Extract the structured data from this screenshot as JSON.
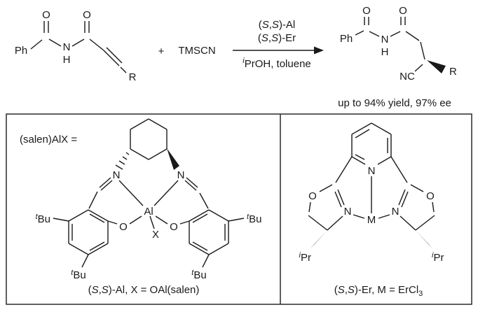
{
  "reaction": {
    "reactant": {
      "ph": "Ph",
      "o1": "O",
      "o2": "O",
      "n": "N",
      "h": "H",
      "r": "R"
    },
    "plus": "+",
    "reagent": "TMSCN",
    "conditions": {
      "line1": [
        {
          "t": "("
        },
        {
          "t": "S",
          "s": "i"
        },
        {
          "t": ","
        },
        {
          "t": "S",
          "s": "i"
        },
        {
          "t": ")-Al"
        }
      ],
      "line2": [
        {
          "t": "("
        },
        {
          "t": "S",
          "s": "i"
        },
        {
          "t": ","
        },
        {
          "t": "S",
          "s": "i"
        },
        {
          "t": ")-Er"
        }
      ],
      "line3": [
        {
          "t": "i",
          "s": "isup"
        },
        {
          "t": "PrOH, toluene"
        }
      ]
    },
    "product": {
      "ph": "Ph",
      "o1": "O",
      "o2": "O",
      "n": "N",
      "h": "H",
      "nc": "NC",
      "r": "R"
    },
    "result": "up to 94% yield, 97% ee"
  },
  "catalysts": {
    "left": {
      "header": "(salen)AlX =",
      "atoms": {
        "n1": "N",
        "n2": "N",
        "al": "Al",
        "o1": "O",
        "o2": "O",
        "x": "X"
      },
      "tbu": {
        "sup": "t",
        "main": "Bu"
      },
      "caption": [
        {
          "t": "("
        },
        {
          "t": "S",
          "s": "i"
        },
        {
          "t": ","
        },
        {
          "t": "S",
          "s": "i"
        },
        {
          "t": ")-Al, X = OAl(salen)"
        }
      ]
    },
    "right": {
      "atoms": {
        "o1": "O",
        "o2": "O",
        "n1": "N",
        "n2": "N",
        "n_py": "N",
        "m": "M"
      },
      "ipr": {
        "sup": "i",
        "main": "Pr"
      },
      "caption": [
        {
          "t": "("
        },
        {
          "t": "S",
          "s": "i"
        },
        {
          "t": ","
        },
        {
          "t": "S",
          "s": "i"
        },
        {
          "t": ")-Er, M = ErCl"
        },
        {
          "t": "3",
          "s": "sub"
        }
      ]
    }
  },
  "colors": {
    "ink": "#1a1a1a",
    "background": "#ffffff"
  }
}
